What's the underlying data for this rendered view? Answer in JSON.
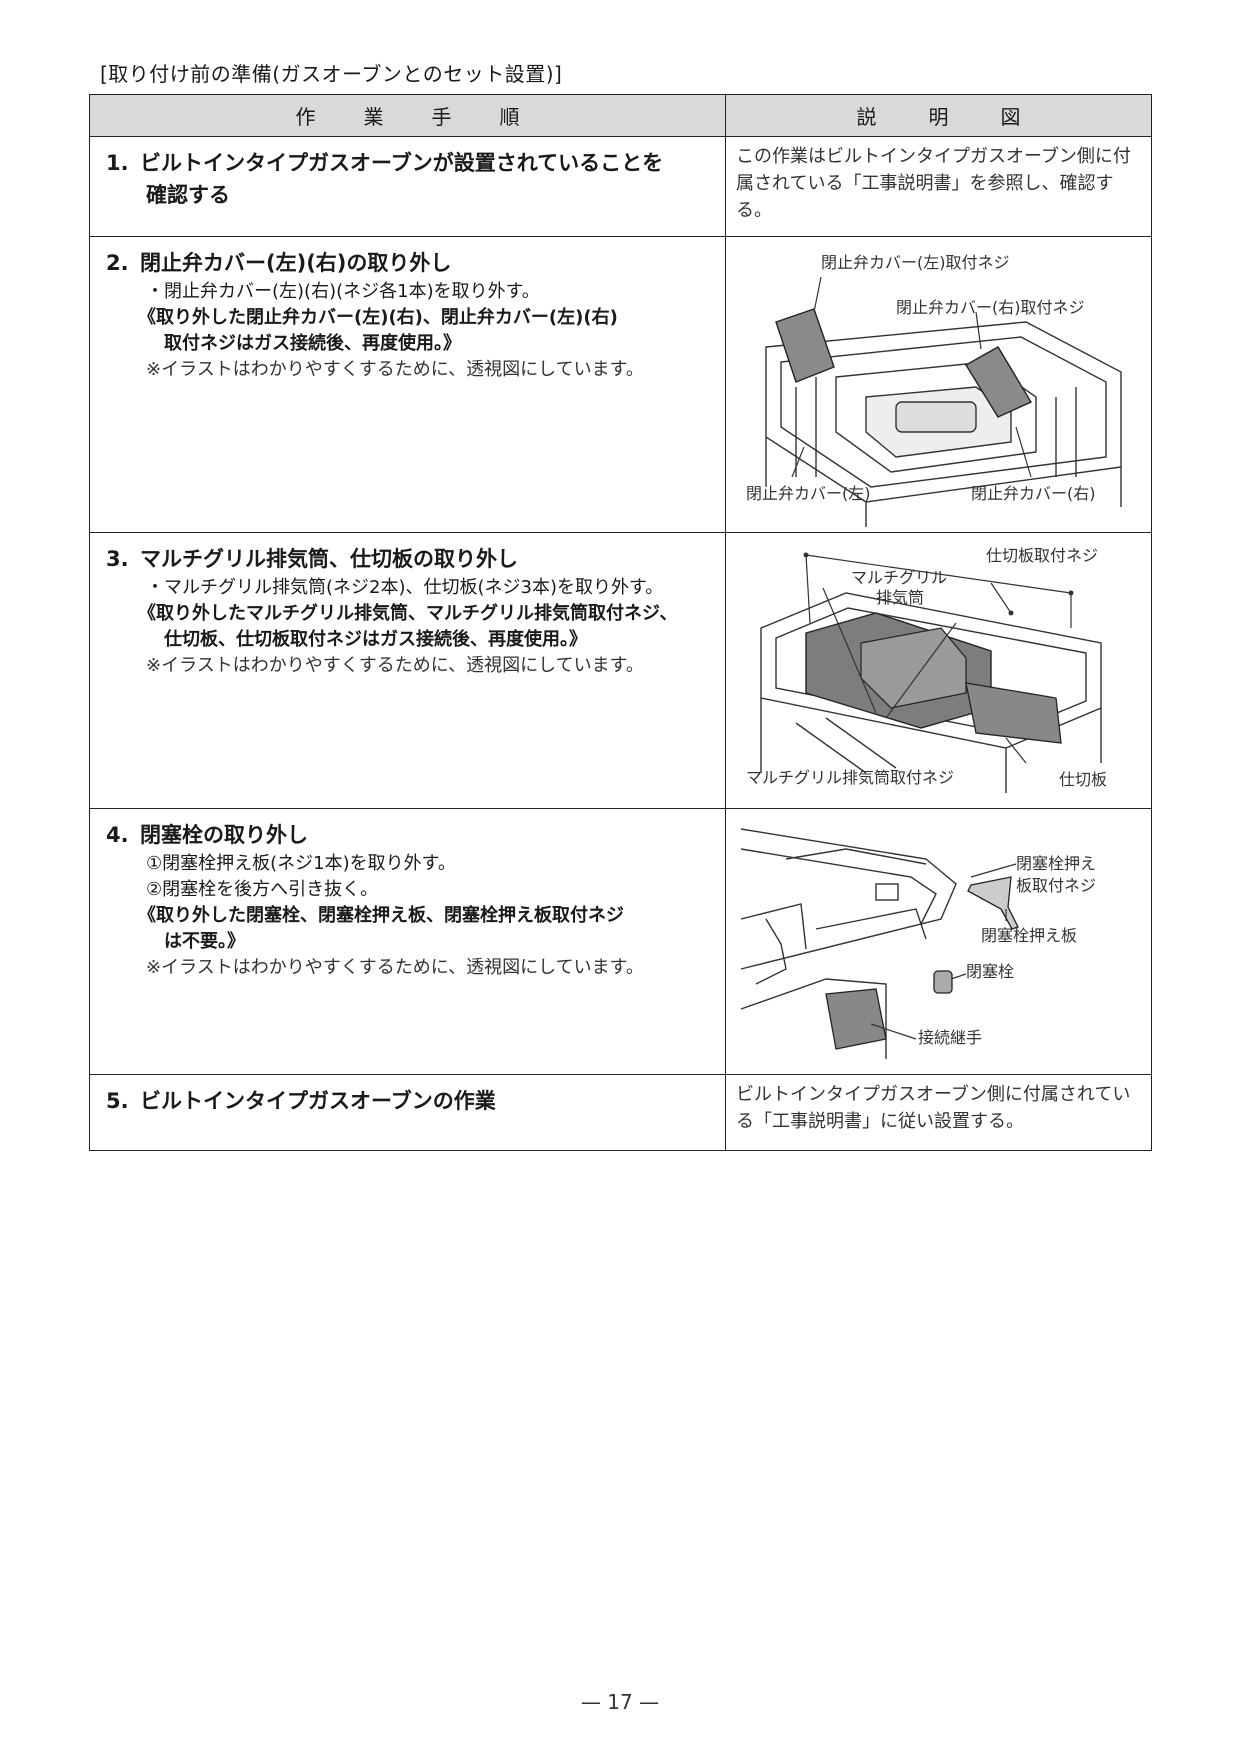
{
  "header": {
    "section_title": "[取り付け前の準備(ガスオーブンとのセット設置)]"
  },
  "table": {
    "col_steps": "作業手順",
    "col_figure": "説明図"
  },
  "steps": [
    {
      "number": "1.",
      "title_line1": "ビルトインタイプガスオーブンが設置されていることを",
      "title_line2": "確認する",
      "description": "この作業はビルトインタイプガスオーブン側に付属されている「工事説明書」を参照し、確認する。"
    },
    {
      "number": "2.",
      "title": "閉止弁カバー(左)(右)の取り外し",
      "bullet": "・閉止弁カバー(左)(右)(ネジ各1本)を取り外す。",
      "bold_line1": "《取り外した閉止弁カバー(左)(右)、閉止弁カバー(左)(右)",
      "bold_line2": "取付ネジはガス接続後、再度使用。》",
      "note": "※イラストはわかりやすくするために、透視図にしています。",
      "labels": {
        "left_screw": "閉止弁カバー(左)取付ネジ",
        "right_screw": "閉止弁カバー(右)取付ネジ",
        "left_cover": "閉止弁カバー(左)",
        "right_cover": "閉止弁カバー(右)"
      }
    },
    {
      "number": "3.",
      "title": "マルチグリル排気筒、仕切板の取り外し",
      "bullet": "・マルチグリル排気筒(ネジ2本)、仕切板(ネジ3本)を取り外す。",
      "bold_line1": "《取り外したマルチグリル排気筒、マルチグリル排気筒取付ネジ、",
      "bold_line2": "仕切板、仕切板取付ネジはガス接続後、再度使用。》",
      "note": "※イラストはわかりやすくするために、透視図にしています。",
      "labels": {
        "partition_screw": "仕切板取付ネジ",
        "exhaust_1": "マルチグリル",
        "exhaust_2": "排気筒",
        "exhaust_screw": "マルチグリル排気筒取付ネジ",
        "partition": "仕切板"
      }
    },
    {
      "number": "4.",
      "title": "閉塞栓の取り外し",
      "line1": "①閉塞栓押え板(ネジ1本)を取り外す。",
      "line2": "②閉塞栓を後方へ引き抜く。",
      "bold_line1": "《取り外した閉塞栓、閉塞栓押え板、閉塞栓押え板取付ネジ",
      "bold_line2": "は不要。》",
      "note": "※イラストはわかりやすくするために、透視図にしています。",
      "labels": {
        "plate_screw_1": "閉塞栓押え",
        "plate_screw_2": "板取付ネジ",
        "plate": "閉塞栓押え板",
        "plug": "閉塞栓",
        "joint": "接続継手"
      }
    },
    {
      "number": "5.",
      "title": "ビルトインタイプガスオーブンの作業",
      "description": "ビルトインタイプガスオーブン側に付属されている「工事説明書」に従い設置する。"
    }
  ],
  "footer": {
    "page_number": "— 17 —"
  }
}
